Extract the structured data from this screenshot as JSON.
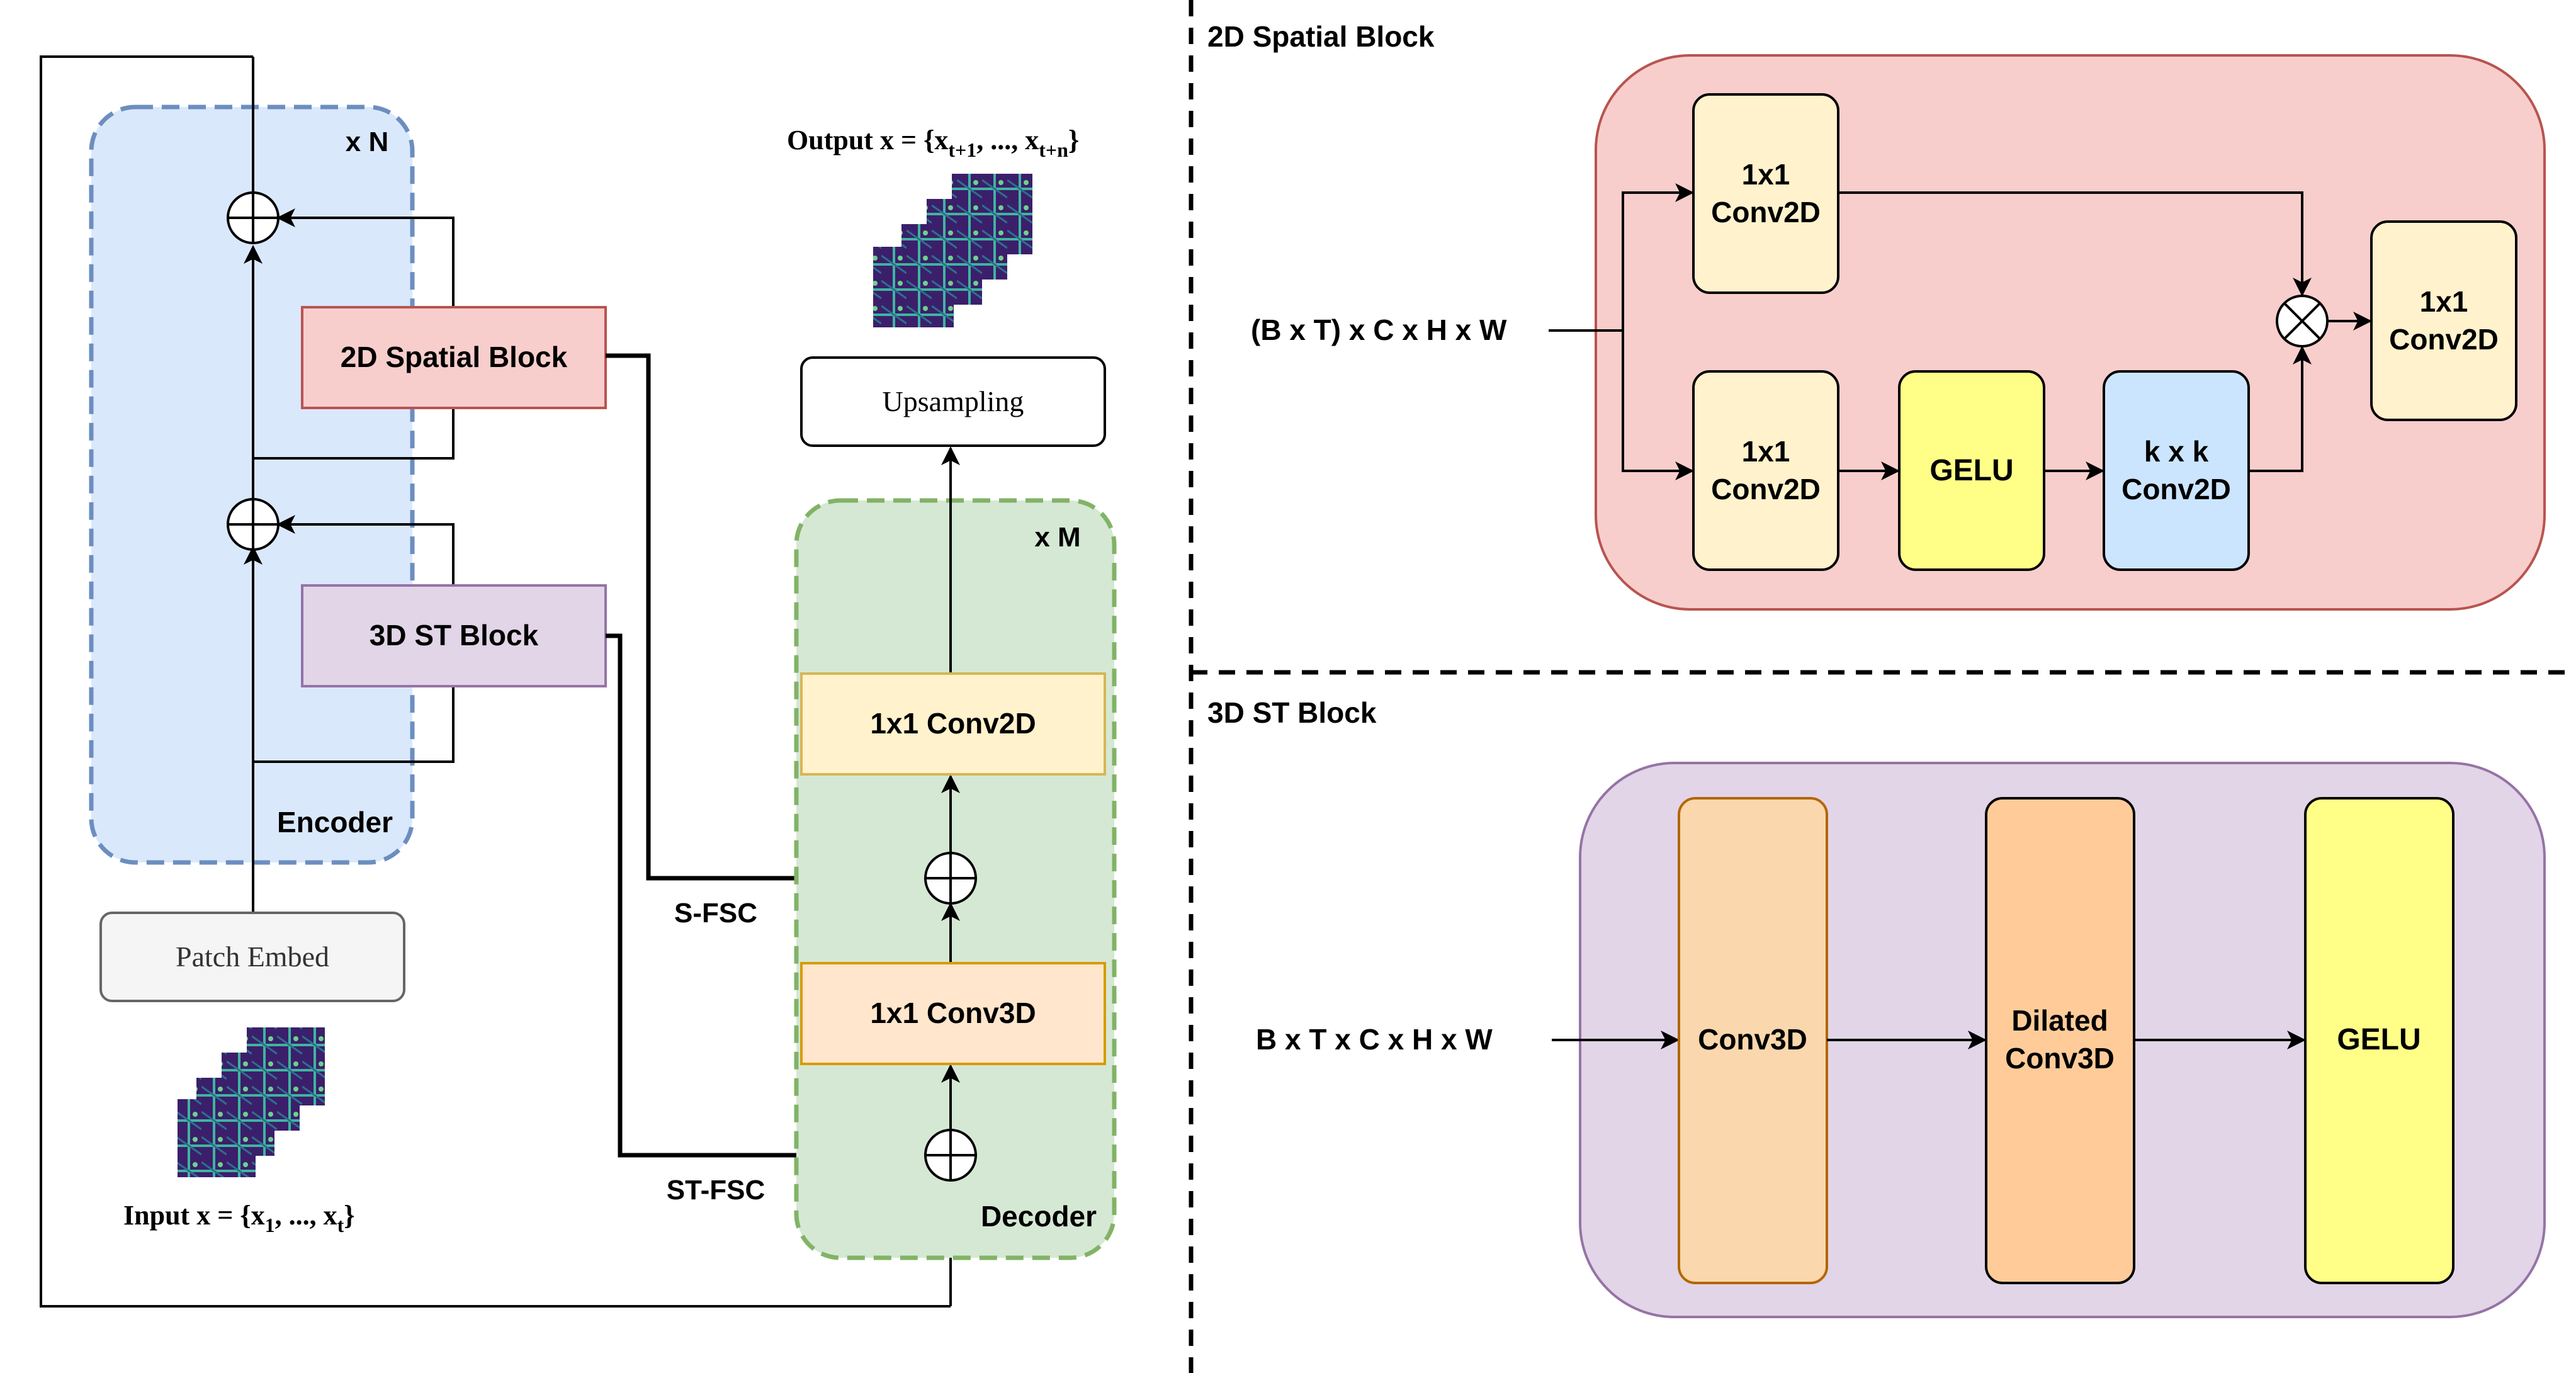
{
  "encoder": {
    "repeat_label": "x N",
    "label": "Encoder",
    "spatial_block": "2D Spatial Block",
    "st_block": "3D ST Block",
    "patch_embed": "Patch Embed",
    "input_label": "Input x = {x",
    "input_sub1": "1",
    "input_mid": ", ..., x",
    "input_sub2": "t",
    "input_end": "}"
  },
  "decoder": {
    "repeat_label": "x M",
    "label": "Decoder",
    "conv2d": "1x1 Conv2D",
    "conv3d": "1x1 Conv3D",
    "upsampling": "Upsampling",
    "output_label": "Output x = {x",
    "output_sub1": "t+1",
    "output_mid": ", ..., x",
    "output_sub2": "t+n",
    "output_end": "}"
  },
  "skip_connections": {
    "spatial": "S-FSC",
    "spatiotemporal": "ST-FSC"
  },
  "spatial_detail": {
    "title": "2D Spatial Block",
    "input_shape": "(B x T) x C x H x W",
    "conv_top": [
      "1x1",
      "Conv2D"
    ],
    "conv_bottom": [
      "1x1",
      "Conv2D"
    ],
    "gelu": "GELU",
    "kxk_conv": [
      "k x k",
      "Conv2D"
    ],
    "conv_out": [
      "1x1",
      "Conv2D"
    ]
  },
  "st_detail": {
    "title": "3D ST Block",
    "input_shape": "B x T x C x H x W",
    "conv3d": "Conv3D",
    "dilated": [
      "Dilated",
      "Conv3D"
    ],
    "gelu": "GELU"
  },
  "colors": {
    "encoder_fill": "#dae8fc",
    "encoder_border": "#6c8ebf",
    "decoder_fill": "#d5e8d4",
    "decoder_border": "#82b366",
    "spatial_fill": "#f8cecc",
    "spatial_border": "#b85450",
    "st_fill": "#e1d5e7",
    "st_border": "#9673a6",
    "conv_fill": "#fff2cc",
    "conv_border": "#d6b656",
    "conv3d_fill": "#ffe6cc",
    "conv3d_border": "#d79b00",
    "gelu_fill": "#ffff88",
    "kxk_fill": "#cce5ff",
    "dilated_fill": "#ffcc99",
    "conv3d_detail_fill": "#fad7ac",
    "heatmap_dark": "#3b1f6b",
    "heatmap_light": "#3fb5a0"
  }
}
